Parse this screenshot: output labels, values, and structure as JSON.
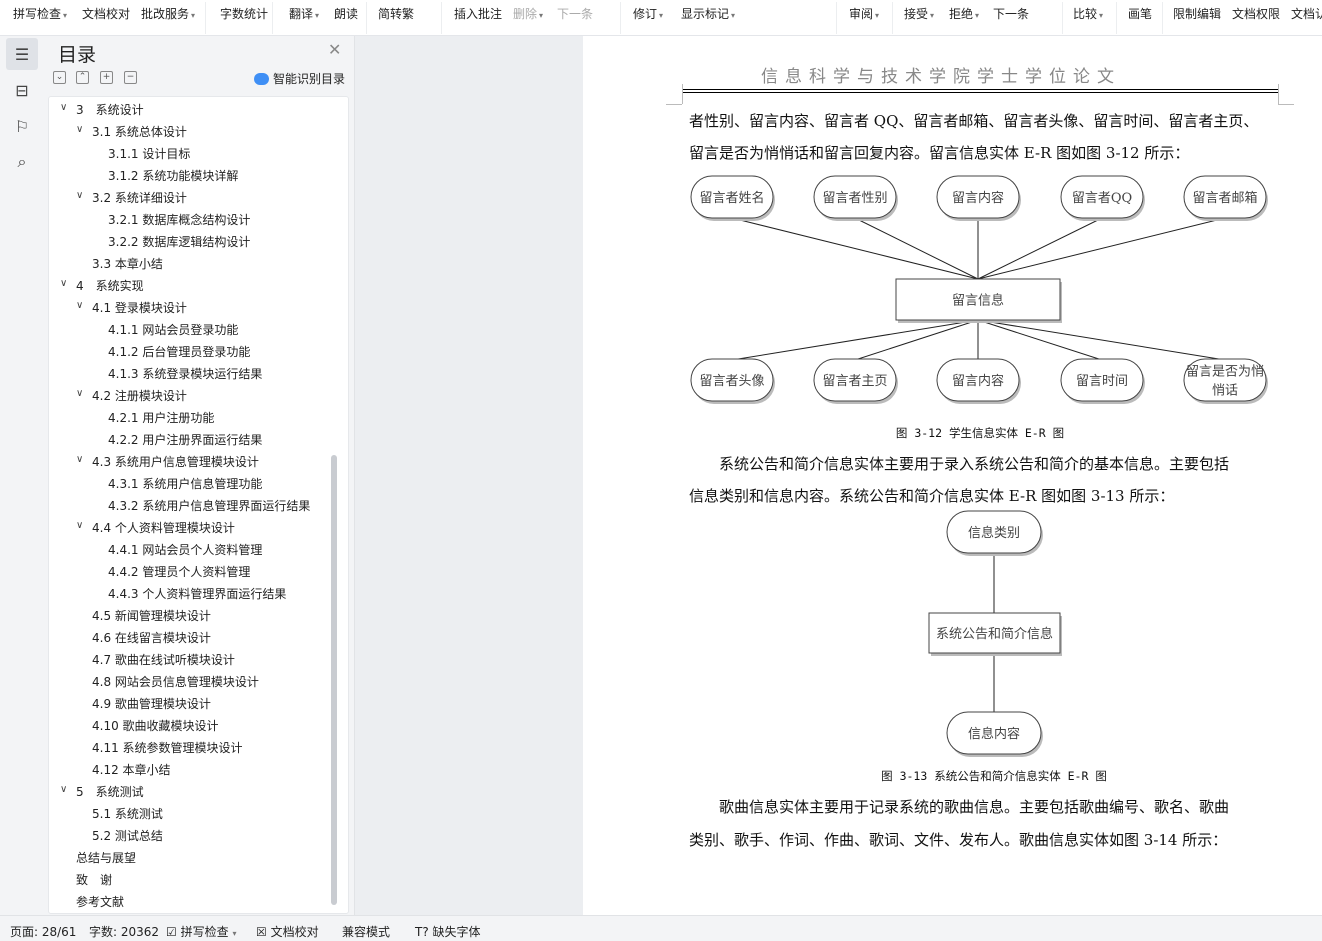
{
  "toolbar": {
    "items": [
      {
        "label": "拼写检查",
        "dropdown": true
      },
      {
        "label": "文档校对"
      },
      {
        "label": "批改服务",
        "dropdown": true
      },
      {
        "label": "字数统计"
      },
      {
        "label": "翻译",
        "dropdown": true
      },
      {
        "label": "朗读"
      },
      {
        "label": "简转繁"
      },
      {
        "label": "插入批注"
      },
      {
        "label": "删除",
        "dropdown": true,
        "disabled": true
      },
      {
        "label": "下一条",
        "disabled": true
      },
      {
        "label": "修订",
        "dropdown": true
      },
      {
        "label": "显示标记",
        "dropdown": true
      },
      {
        "label": "审阅",
        "dropdown": true
      },
      {
        "label": "接受",
        "dropdown": true
      },
      {
        "label": "拒绝",
        "dropdown": true
      },
      {
        "label": "下一条"
      },
      {
        "label": "比较",
        "dropdown": true
      },
      {
        "label": "画笔"
      },
      {
        "label": "限制编辑"
      },
      {
        "label": "文档权限"
      },
      {
        "label": "文档认"
      }
    ]
  },
  "panel": {
    "title": "目录",
    "smart_label": "智能识别目录",
    "toc": [
      {
        "level": 1,
        "label": "3　系统设计",
        "expanded": true
      },
      {
        "level": 2,
        "label": "3.1 系统总体设计",
        "expanded": true
      },
      {
        "level": 3,
        "label": "3.1.1 设计目标"
      },
      {
        "level": 3,
        "label": "3.1.2 系统功能模块详解"
      },
      {
        "level": 2,
        "label": "3.2 系统详细设计",
        "expanded": true
      },
      {
        "level": 3,
        "label": "3.2.1 数据库概念结构设计"
      },
      {
        "level": 3,
        "label": "3.2.2 数据库逻辑结构设计"
      },
      {
        "level": 2,
        "label": "3.3 本章小结"
      },
      {
        "level": 1,
        "label": "4　系统实现",
        "expanded": true
      },
      {
        "level": 2,
        "label": "4.1 登录模块设计",
        "expanded": true
      },
      {
        "level": 3,
        "label": "4.1.1 网站会员登录功能"
      },
      {
        "level": 3,
        "label": "4.1.2 后台管理员登录功能"
      },
      {
        "level": 3,
        "label": "4.1.3 系统登录模块运行结果"
      },
      {
        "level": 2,
        "label": "4.2 注册模块设计",
        "expanded": true
      },
      {
        "level": 3,
        "label": "4.2.1 用户注册功能"
      },
      {
        "level": 3,
        "label": "4.2.2 用户注册界面运行结果"
      },
      {
        "level": 2,
        "label": "4.3 系统用户信息管理模块设计",
        "expanded": true
      },
      {
        "level": 3,
        "label": "4.3.1 系统用户信息管理功能"
      },
      {
        "level": 3,
        "label": "4.3.2 系统用户信息管理界面运行结果"
      },
      {
        "level": 2,
        "label": "4.4 个人资料管理模块设计",
        "expanded": true
      },
      {
        "level": 3,
        "label": "4.4.1 网站会员个人资料管理"
      },
      {
        "level": 3,
        "label": "4.4.2 管理员个人资料管理"
      },
      {
        "level": 3,
        "label": "4.4.3 个人资料管理界面运行结果"
      },
      {
        "level": 2,
        "label": "4.5 新闻管理模块设计"
      },
      {
        "level": 2,
        "label": "4.6 在线留言模块设计"
      },
      {
        "level": 2,
        "label": "4.7 歌曲在线试听模块设计"
      },
      {
        "level": 2,
        "label": "4.8 网站会员信息管理模块设计"
      },
      {
        "level": 2,
        "label": "4.9 歌曲管理模块设计"
      },
      {
        "level": 2,
        "label": "4.10 歌曲收藏模块设计"
      },
      {
        "level": 2,
        "label": "4.11 系统参数管理模块设计"
      },
      {
        "level": 2,
        "label": "4.12 本章小结"
      },
      {
        "level": 1,
        "label": "5　系统测试",
        "expanded": true
      },
      {
        "level": 2,
        "label": "5.1 系统测试"
      },
      {
        "level": 2,
        "label": "5.2 测试总结"
      },
      {
        "level": 0,
        "label": "总结与展望"
      },
      {
        "level": 0,
        "label": "致　谢"
      },
      {
        "level": 0,
        "label": "参考文献"
      }
    ]
  },
  "document": {
    "header": "信息科学与技术学院学士学位论文",
    "para1": [
      "者性别、留言内容、留言者 QQ、留言者邮箱、留言者头像、留言时间、留言者主页、",
      "留言是否为悄悄话和留言回复内容。留言信息实体 E-R 图如图 3-12 所示："
    ],
    "fig1": {
      "entity": "留言信息",
      "top": [
        "留言者姓名",
        "留言者性别",
        "留言内容",
        "留言者QQ",
        "留言者邮箱"
      ],
      "bottom": [
        "留言者头像",
        "留言者主页",
        "留言内容",
        "留言时间",
        "留言是否为悄悄话"
      ],
      "caption": "图 3-12  学生信息实体 E-R 图"
    },
    "para2": [
      "　　系统公告和简介信息实体主要用于录入系统公告和简介的基本信息。主要包括",
      "信息类别和信息内容。系统公告和简介信息实体 E-R 图如图 3-13 所示："
    ],
    "fig2": {
      "entity": "系统公告和简介信息",
      "top": "信息类别",
      "bottom": "信息内容",
      "caption": "图 3-13  系统公告和简介信息实体 E-R 图"
    },
    "para3": [
      "　　歌曲信息实体主要用于记录系统的歌曲信息。主要包括歌曲编号、歌名、歌曲",
      "类别、歌手、作词、作曲、歌词、文件、发布人。歌曲信息实体如图 3-14 所示："
    ]
  },
  "status": {
    "page": "页面: 28/61",
    "words": "字数: 20362",
    "spell": "拼写检查",
    "proof": "文档校对",
    "compat": "兼容模式",
    "missing_font": "缺失字体"
  }
}
